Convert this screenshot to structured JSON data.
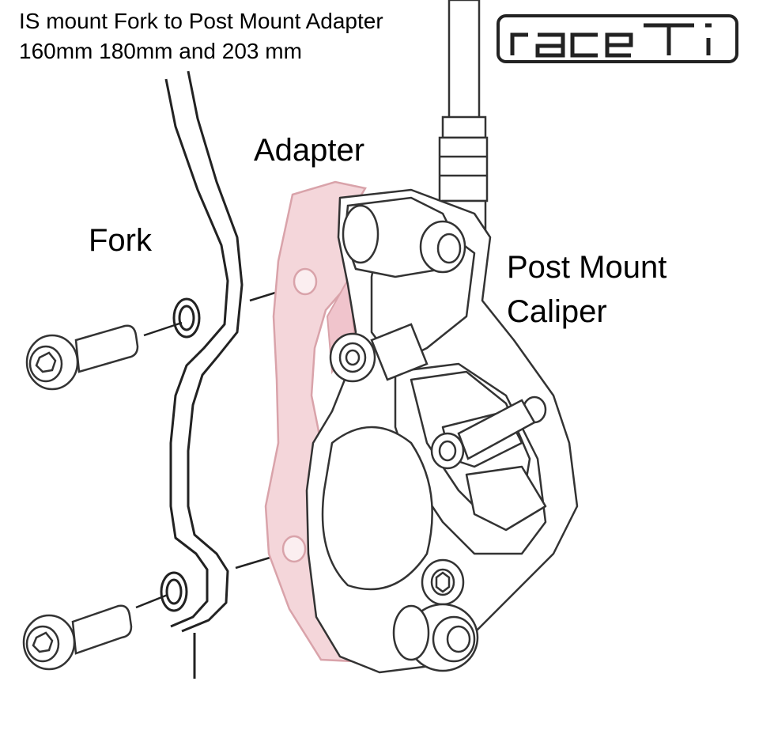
{
  "title": {
    "line1": "IS mount Fork to Post Mount Adapter",
    "line2": "160mm 180mm and 203 mm"
  },
  "logo": {
    "text": "raceTi"
  },
  "labels": {
    "adapter": "Adapter",
    "fork": "Fork",
    "caliper_line1": "Post Mount",
    "caliper_line2": "Caliper"
  },
  "colors": {
    "adapter_fill": "#f4d6da",
    "adapter_stroke": "#d9a3aa",
    "line": "#222222",
    "light_line": "#8a8a8a"
  }
}
